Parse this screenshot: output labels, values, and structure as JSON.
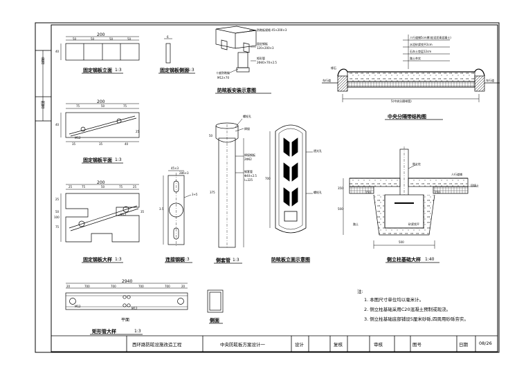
{
  "side_labels": [
    "会签",
    "图签"
  ],
  "views": {
    "front": {
      "title": "固定钢板立面",
      "scale": "1:3",
      "dims": [
        "200",
        "50",
        "50",
        "50",
        "50",
        "40"
      ]
    },
    "side": {
      "title": "固定钢板侧面",
      "scale": "1:3",
      "dims": [
        "6"
      ]
    },
    "install": {
      "title": "防眩板安装示意图",
      "callouts": [
        "防眩板规格 45×200×3",
        "固定钢板",
        "120×200×3",
        "矩形管",
        "2Φ40×70×2.5",
        "十度防眩板",
        "M12×70"
      ]
    },
    "plan": {
      "title": "固定钢板平面",
      "scale": "1:3",
      "dims": [
        "200",
        "75",
        "50",
        "75",
        "40",
        "35",
        "35",
        "40",
        "M12",
        "25"
      ]
    },
    "large": {
      "title": "固定钢板大样",
      "scale": "1:3",
      "dims": [
        "200",
        "25",
        "75",
        "50",
        "75",
        "25",
        "25",
        "50",
        "75",
        "35",
        "100",
        "M12"
      ]
    },
    "connect": {
      "title": "连接钢板",
      "scale": "1:3",
      "dims": [
        "45×3",
        "286×3",
        "3.5",
        "3+5"
      ]
    },
    "sleeve": {
      "title": "侧套管",
      "scale": "1:3",
      "callouts": [
        "螺栓孔",
        "焊接",
        "焊接钢板",
        "2Φ62",
        "钢套管",
        "Φ40×2.5",
        "l=225",
        "50",
        "375"
      ]
    },
    "board": {
      "title": "防眩板立面示意图",
      "callouts": [
        "透光孔",
        "螺栓孔"
      ],
      "dims": [
        "700"
      ]
    },
    "section": {
      "title": "中央分隔带结构图",
      "layers": [
        "人行道铺5cm厚(若设沥青混凝土)",
        "水泥砂浆找平2cm",
        "石灰土垫层12cm",
        "路土夯实"
      ],
      "labels": [
        "缘石",
        "车行道",
        "车行道",
        "5(中央分隔带宽)"
      ]
    },
    "foundation": {
      "title": "侧立柱基础大样",
      "scale": "1:40",
      "labels": [
        "侧立柱",
        "人行道铺",
        "回填土",
        "路土",
        "砂浆找平"
      ],
      "dims": [
        "150",
        "150",
        "500",
        "350",
        "500"
      ]
    },
    "tube": {
      "title": "矩形管大样",
      "scale": "1:3",
      "sub": [
        "平面",
        "侧面"
      ],
      "dims": [
        "2940",
        "20",
        "700",
        "700",
        "700",
        "700",
        "20",
        "M12",
        "M12"
      ]
    }
  },
  "notes": {
    "heading": "注:",
    "items": [
      "1. 本图尺寸单位均以毫米计。",
      "2. 侧立柱基础采用C20混凝土预制或现浇。",
      "3. 侧立柱基础底部铺设5厘米砂砾,四周用砂砾夯实。"
    ]
  },
  "titleblock": {
    "project": "西环路防眩设施改造工程",
    "drawing": "中央防眩板方案设计一",
    "design": "设计",
    "review": "复核",
    "audit": "审核",
    "drawing_no": "图号",
    "date": "日期",
    "sheet": "08/26"
  }
}
